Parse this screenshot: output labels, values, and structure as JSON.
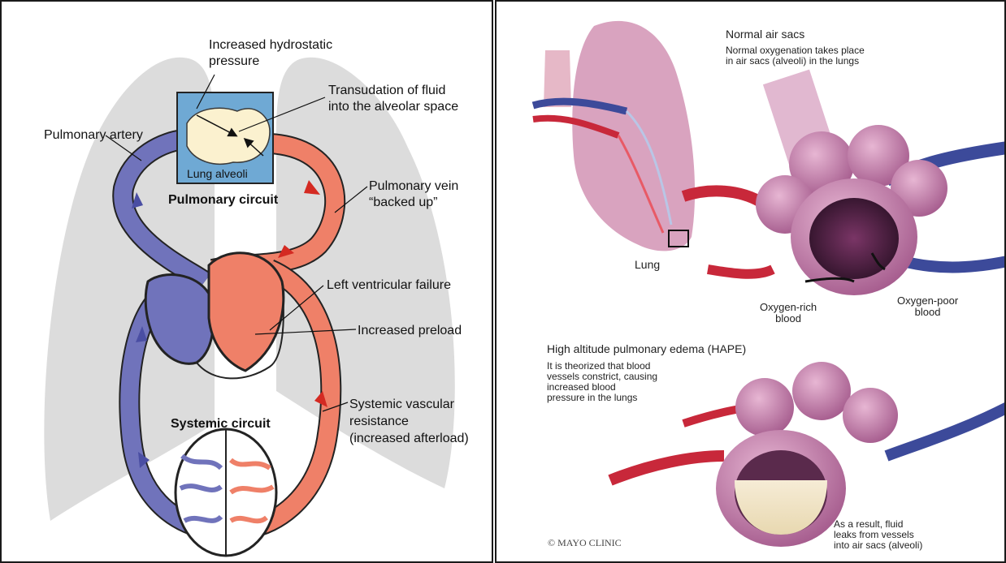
{
  "left": {
    "labels": {
      "hydrostatic": "Increased hydrostatic\npressure",
      "transudation": "Transudation of fluid\ninto the alveolar space",
      "pulmonary_artery": "Pulmonary artery",
      "lung_alveoli": "Lung alveoli",
      "pulmonary_circuit": "Pulmonary circuit",
      "pulmonary_vein": "Pulmonary vein\n“backed up”",
      "lv_failure": "Left ventricular failure",
      "preload": "Increased preload",
      "systemic_circuit": "Systemic circuit",
      "svr": "Systemic vascular\nresistance\n(increased afterload)"
    },
    "colors": {
      "deoxygenated": "#6f70b8",
      "oxygenated": "#ee7e63",
      "arrow": "#d42a22",
      "lung": "#dcdcdc",
      "alveoli_bg": "#6fa9d4"
    }
  },
  "right": {
    "normal_title": "Normal air sacs",
    "normal_desc": "Normal oxygenation takes place\nin air sacs (alveoli) in the lungs",
    "lung_label": "Lung",
    "oxygen_rich": "Oxygen-rich\nblood",
    "oxygen_poor": "Oxygen-poor\nblood",
    "hape_title": "High altitude pulmonary edema (HAPE)",
    "hape_desc": "It is theorized that blood\nvessels constrict, causing\nincreased blood\npressure in the lungs",
    "fluid_desc": "As a result, fluid\nleaks from vessels\ninto air sacs (alveoli)",
    "copyright": "© MAYO CLINIC",
    "colors": {
      "vessel_red": "#c8283a",
      "vessel_blue": "#3c4a9a",
      "alveoli_pink": "#c98ab0",
      "lung_pink": "#d9a3bf"
    }
  }
}
